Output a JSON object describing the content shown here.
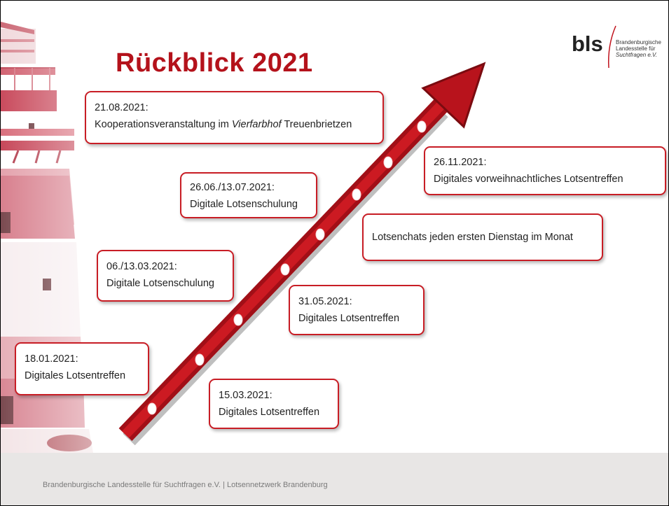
{
  "title": "Rückblick 2021",
  "logo": {
    "abbr": "bls",
    "line1": "Brandenburgische",
    "line2": "Landesstelle für",
    "line3": "Suchtfragen e.V."
  },
  "events": [
    {
      "date": "21.08.2021:",
      "text_before": "Kooperationsveranstaltung im ",
      "text_italic": "Vierfarbhof",
      "text_after": " Treuenbrietzen"
    },
    {
      "date": "26.06./13.07.2021:",
      "text": "Digitale Lotsenschulung"
    },
    {
      "date": "06./13.03.2021:",
      "text": "Digitale Lotsenschulung"
    },
    {
      "date": "18.01.2021:",
      "text": "Digitales Lotsentreffen"
    },
    {
      "date": "15.03.2021:",
      "text": "Digitales Lotsentreffen"
    },
    {
      "date": "31.05.2021:",
      "text": "Digitales Lotsentreffen"
    },
    {
      "text": "Lotsenchats jeden ersten Dienstag im Monat"
    },
    {
      "date": "26.11.2021:",
      "text": "Digitales vorweihnachtliches Lotsentreffen"
    }
  ],
  "footer": "Brandenburgische Landesstelle für Suchtfragen e.V. | Lotsennetzwerk Brandenburg",
  "colors": {
    "accent": "#b4121b",
    "arrow": "#c0121c",
    "footer_bg": "#e8e6e5"
  }
}
